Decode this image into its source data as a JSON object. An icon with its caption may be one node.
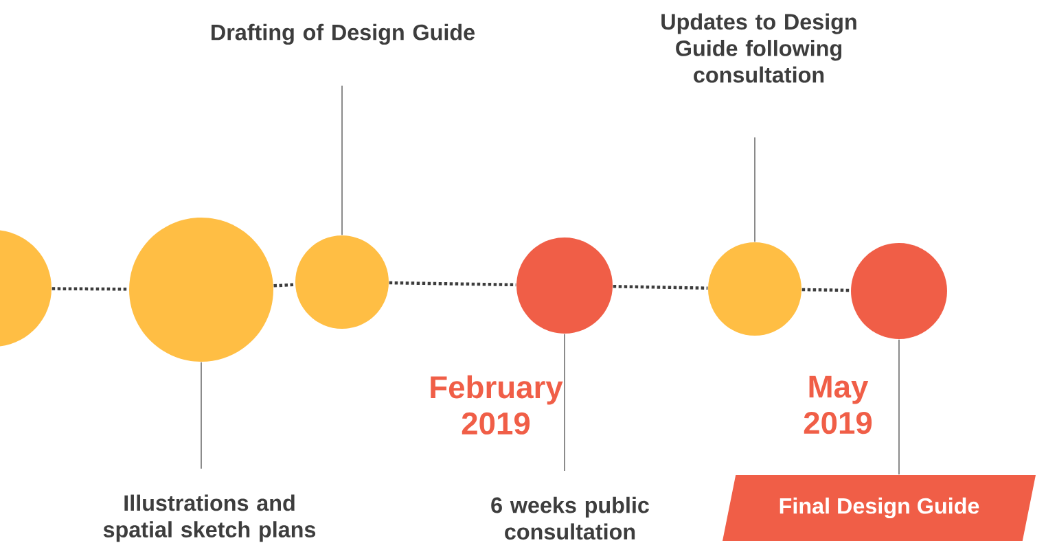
{
  "diagram": {
    "nodes": [
      {
        "text": [],
        "shape": "circle"
      },
      {
        "text": [],
        "shape": "circle"
      },
      {
        "text": [],
        "shape": "circle"
      },
      {
        "text": [],
        "shape": "circle"
      },
      {
        "text": [],
        "shape": "circle"
      },
      {
        "text": [],
        "shape": "circle"
      },
      {
        "text": [
          "Drafting of Design Guide"
        ]
      },
      {
        "text": [
          "Illustrations and spatial sketch plans"
        ]
      },
      {
        "text": [
          "6 weeks public consultation"
        ]
      },
      {
        "text": [
          "Updates to Design Guide following consultation"
        ]
      },
      {
        "text": [
          "Final Design Guide"
        ]
      }
    ],
    "edges": [
      {
        "from": 0,
        "to": 1,
        "arrow": "none",
        "style": "dashed"
      },
      {
        "from": 1,
        "to": 2,
        "arrow": "none",
        "style": "dashed"
      },
      {
        "from": 2,
        "to": 3,
        "arrow": "none",
        "style": "dashed"
      },
      {
        "from": 3,
        "to": 4,
        "arrow": "none",
        "style": "dashed"
      },
      {
        "from": 4,
        "to": 5,
        "arrow": "none",
        "style": "dashed"
      },
      {
        "from": 2,
        "to": 6,
        "arrow": "none"
      },
      {
        "from": 1,
        "to": 7,
        "arrow": "none"
      },
      {
        "from": 3,
        "to": 8,
        "arrow": "none"
      },
      {
        "from": 4,
        "to": 9,
        "arrow": "none"
      },
      {
        "from": 5,
        "to": 10,
        "arrow": "none"
      }
    ],
    "labels": [
      "February 2019",
      "May 2019"
    ]
  }
}
